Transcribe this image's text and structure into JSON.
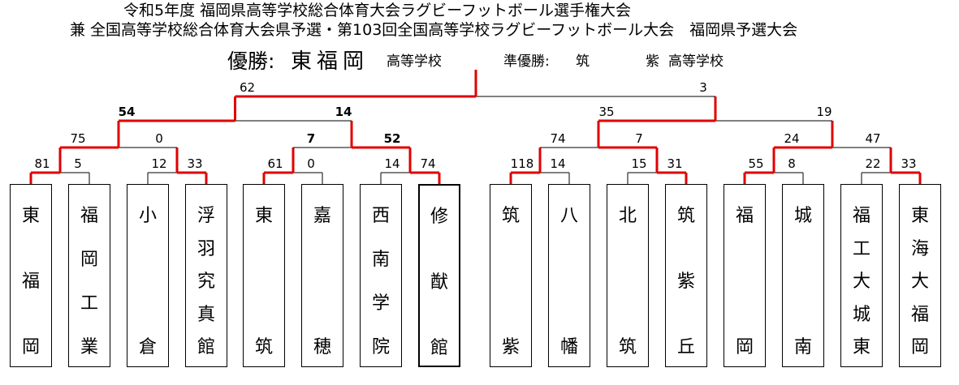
{
  "header": {
    "title_line1": "令和5年度 福岡県高等学校総合体育大会ラグビーフットボール選手権大会",
    "title_line2": "兼 全国高等学校総合体育大会県予選・第103回全国高等学校ラグビーフットボール大会　福岡県予選大会",
    "champion_label": "優勝:",
    "champion_name": "東福岡",
    "champion_suffix": "高等学校",
    "runner_up_label": "準優勝:",
    "runner_up_name_part1": "筑",
    "runner_up_name_part2": "紫",
    "runner_up_suffix": "高等学校"
  },
  "colors": {
    "winner_line": "#e00000",
    "loser_line": "#000000"
  },
  "teams": [
    {
      "name": "東福岡",
      "chars": [
        "東",
        "福",
        "岡"
      ]
    },
    {
      "name": "福岡工業",
      "chars": [
        "福",
        "岡",
        "工",
        "業"
      ]
    },
    {
      "name": "小倉",
      "chars": [
        "小",
        "倉"
      ]
    },
    {
      "name": "浮羽究真館",
      "chars": [
        "浮",
        "羽",
        "究",
        "真",
        "館"
      ]
    },
    {
      "name": "東筑",
      "chars": [
        "東",
        "筑"
      ]
    },
    {
      "name": "嘉穂",
      "chars": [
        "嘉",
        "穂"
      ]
    },
    {
      "name": "西南学院",
      "chars": [
        "西",
        "南",
        "学",
        "院"
      ]
    },
    {
      "name": "修猷館",
      "chars": [
        "修",
        "猷",
        "館"
      ]
    },
    {
      "name": "筑紫",
      "chars": [
        "筑",
        "紫"
      ]
    },
    {
      "name": "八幡",
      "chars": [
        "八",
        "幡"
      ]
    },
    {
      "name": "北筑",
      "chars": [
        "北",
        "筑"
      ]
    },
    {
      "name": "筑紫丘",
      "chars": [
        "筑",
        "紫",
        "丘"
      ]
    },
    {
      "name": "福岡",
      "chars": [
        "福",
        "岡"
      ]
    },
    {
      "name": "城南",
      "chars": [
        "城",
        "南"
      ]
    },
    {
      "name": "福工大城東",
      "chars": [
        "福",
        "工",
        "大",
        "城",
        "東"
      ]
    },
    {
      "name": "東海大福岡",
      "chars": [
        "東",
        "海",
        "大",
        "福",
        "岡"
      ]
    }
  ],
  "scores": {
    "r1": [
      "81",
      "5",
      "12",
      "33",
      "61",
      "0",
      "14",
      "74",
      "118",
      "14",
      "15",
      "31",
      "55",
      "8",
      "22",
      "33"
    ],
    "qf": [
      "75",
      "0",
      "7",
      "52",
      "74",
      "7",
      "24",
      "47"
    ],
    "sf": [
      "54",
      "14",
      "35",
      "19"
    ],
    "final": [
      "62",
      "3"
    ]
  }
}
